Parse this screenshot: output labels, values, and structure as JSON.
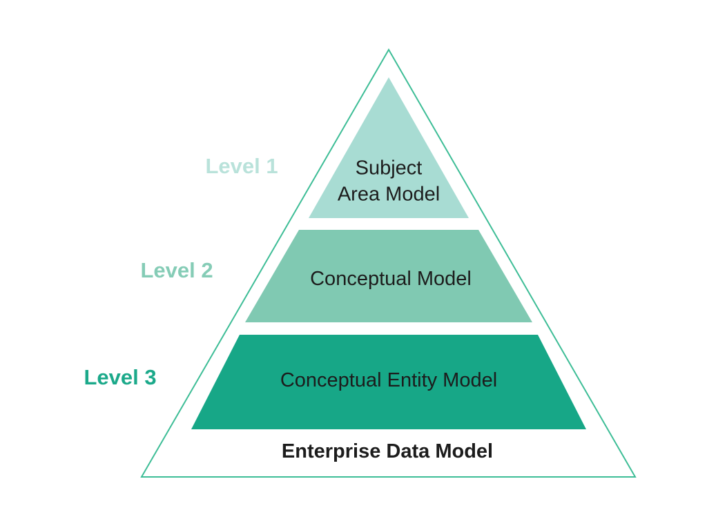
{
  "diagram": {
    "type": "pyramid",
    "outline_color": "#3dbd96",
    "text_color": "#1c1c1c",
    "levels": [
      {
        "label": "Level 1",
        "label_color": "#b9e2da",
        "text": "Subject Area Model",
        "text_lines": [
          "Subject",
          "Area Model"
        ],
        "fill_color": "#a8dcd3"
      },
      {
        "label": "Level 2",
        "label_color": "#85ccb6",
        "text": "Conceptual Model",
        "fill_color": "#80c9b2"
      },
      {
        "label": "Level 3",
        "label_color": "#1ba98a",
        "text": "Conceptual Entity Model",
        "fill_color": "#17a787"
      }
    ],
    "base_label": "Enterprise Data Model"
  }
}
